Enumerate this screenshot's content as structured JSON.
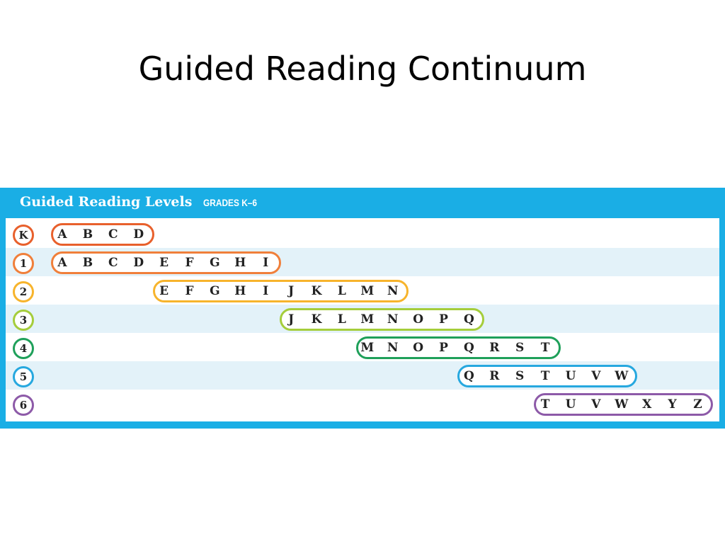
{
  "slide": {
    "title": "Guided Reading Continuum"
  },
  "panel": {
    "title": "Guided Reading Levels",
    "subtitle": "GRADES K–6"
  },
  "rows": [
    {
      "grade": "K",
      "color": "#e8602c",
      "levels": [
        "A",
        "B",
        "C",
        "D"
      ]
    },
    {
      "grade": "1",
      "color": "#f07f3a",
      "levels": [
        "A",
        "B",
        "C",
        "D",
        "E",
        "F",
        "G",
        "H",
        "I"
      ]
    },
    {
      "grade": "2",
      "color": "#f7b42c",
      "levels": [
        "E",
        "F",
        "G",
        "H",
        "I",
        "J",
        "K",
        "L",
        "M",
        "N"
      ]
    },
    {
      "grade": "3",
      "color": "#a5cd3b",
      "levels": [
        "J",
        "K",
        "L",
        "M",
        "N",
        "O",
        "P",
        "Q"
      ]
    },
    {
      "grade": "4",
      "color": "#1fa05a",
      "levels": [
        "M",
        "N",
        "O",
        "P",
        "Q",
        "R",
        "S",
        "T"
      ]
    },
    {
      "grade": "5",
      "color": "#26a8df",
      "levels": [
        "Q",
        "R",
        "S",
        "T",
        "U",
        "V",
        "W"
      ]
    },
    {
      "grade": "6",
      "color": "#8d5aa8",
      "levels": [
        "T",
        "U",
        "V",
        "W",
        "X",
        "Y",
        "Z"
      ]
    }
  ]
}
